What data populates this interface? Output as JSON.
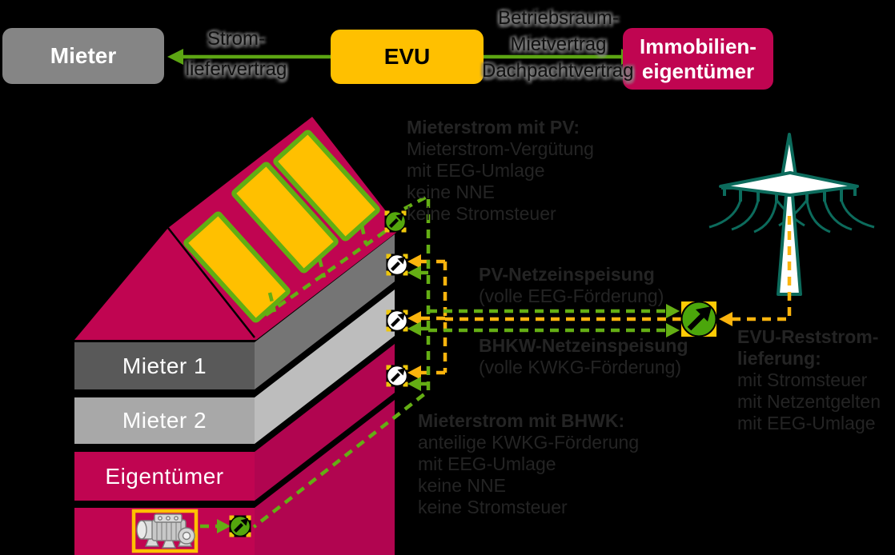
{
  "colors": {
    "background": "#000000",
    "magenta": "#C00551",
    "amber": "#FFC000",
    "contract_green": "#5CA513",
    "flow_green": "#64AE14",
    "flow_yellow": "#FBB40D",
    "pylon_teal": "#0C6B5C",
    "tenant_gray": "#858585",
    "floor1_gray": "#595959",
    "floor2_gray": "#A8A8A8",
    "note_text": "#242424"
  },
  "actors": {
    "tenant": "Mieter",
    "utility": "EVU",
    "owner_line1": "Immobilien-",
    "owner_line2": "eigentümer"
  },
  "contracts": {
    "supply_line1": "Strom-",
    "supply_line2": "liefervertrag",
    "lease_line1": "Betriebsraum-",
    "lease_line2": "Mietvertrag",
    "roof_lease": "Dachpachtvertrag"
  },
  "building": {
    "floor1": "Mieter 1",
    "floor2": "Mieter 2",
    "floor3": "Eigentümer"
  },
  "notes": {
    "pv": {
      "title": "Mieterstrom mit PV:",
      "l1": "Mieterstrom-Vergütung",
      "l2": "mit EEG-Umlage",
      "l3": "keine NNE",
      "l4": "keine Stromsteuer"
    },
    "pv_feed": {
      "title": "PV-Netzeinspeisung",
      "sub": "(volle EEG-Förderung)"
    },
    "bhkw_feed": {
      "title": "BHKW-Netzeinspeisung",
      "sub": "(volle KWKG-Förderung)"
    },
    "bhkw": {
      "title": "Mieterstrom mit BHWK:",
      "l1": "anteilige KWKG-Förderung",
      "l2": "mit EEG-Umlage",
      "l3": "keine NNE",
      "l4": "keine Stromsteuer"
    },
    "evu_rest": {
      "title1": "EVU-Reststrom-",
      "title2": "lieferung:",
      "l1": "mit Stromsteuer",
      "l2": "mit Netzentgelten",
      "l3": "mit EEG-Umlage"
    }
  },
  "icons": {
    "grid": "transmission-tower-icon",
    "meters": "electricity-meter-icon",
    "pv": "pv-panels-icon",
    "chp": "bhkw-generator-icon"
  }
}
